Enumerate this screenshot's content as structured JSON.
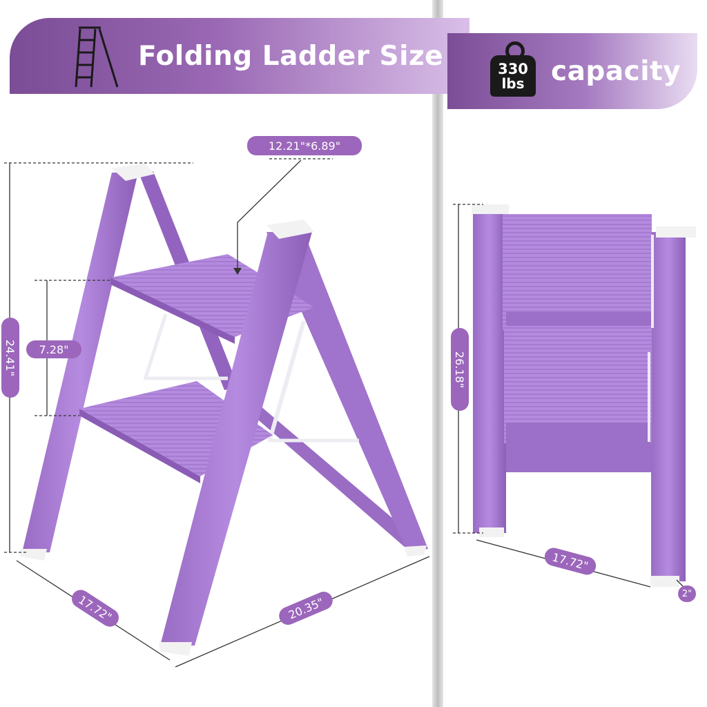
{
  "left_banner": {
    "title": "Folding Ladder Size",
    "icon": "ladder-icon"
  },
  "right_banner": {
    "title": "capacity",
    "weight_value": "330",
    "weight_unit": "lbs",
    "icon": "weight-icon"
  },
  "dimensions": {
    "top_step": "12.21\"*6.89\"",
    "step_spacing": "7.28\"",
    "height_open": "24.41\"",
    "depth_open": "17.72\"",
    "width_open": "20.35\"",
    "height_folded": "26.18\"",
    "width_folded": "17.72\"",
    "thickness_folded": "2\""
  },
  "colors": {
    "purple": "#a77ad0",
    "purple_dark": "#7b4d96",
    "label": "#9b66bb",
    "cap": "#f2f2f2"
  }
}
